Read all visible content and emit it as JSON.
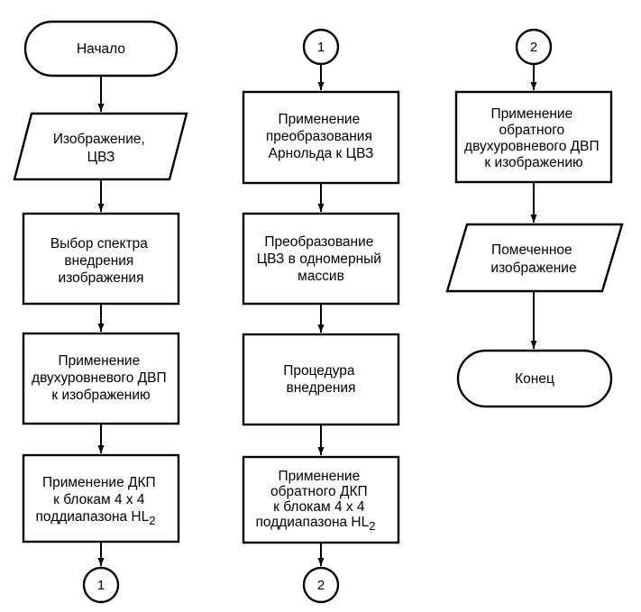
{
  "flowchart": {
    "columns": [
      {
        "start": "Начало",
        "input": [
          "Изображение,",
          "ЦВЗ"
        ],
        "step1": [
          "Выбор спектра",
          "внедрения",
          "изображения"
        ],
        "step2": [
          "Применение",
          "двухуровневого ДВП",
          "к изображению"
        ],
        "step3": [
          "Применение ДКП",
          "к блокам 4 x 4",
          "поддиапазона HL",
          "2"
        ],
        "connector_out": "1"
      },
      {
        "connector_in": "1",
        "step1": [
          "Применение",
          "преобразования",
          "Арнольда к ЦВЗ"
        ],
        "step2": [
          "Преобразование",
          "ЦВЗ в одномерный",
          "массив"
        ],
        "step3": [
          "Процедура",
          "внедрения"
        ],
        "step4": [
          "Применение",
          "обратного ДКП",
          "к блокам 4 x 4",
          "поддиапазона HL",
          "2"
        ],
        "connector_out": "2"
      },
      {
        "connector_in": "2",
        "step1": [
          "Применение",
          "обратного",
          "двухуровневого ДВП",
          "к изображению"
        ],
        "output": [
          "Помеченное",
          "изображение"
        ],
        "end": "Конец"
      }
    ]
  }
}
